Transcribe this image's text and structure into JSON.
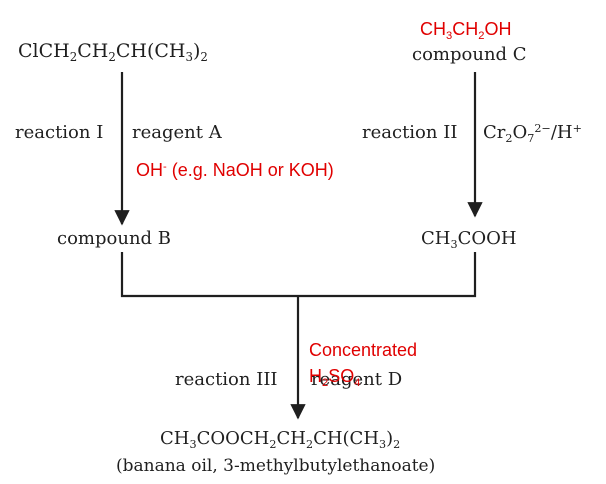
{
  "colors": {
    "ink": "#1f1f1f",
    "annotation": "#e00000"
  },
  "diagram": {
    "start_compound": {
      "parts": [
        "ClCH",
        "2",
        "CH",
        "2",
        "CH(CH",
        "3",
        ")",
        "2"
      ]
    },
    "compound_c": {
      "label": "compound C",
      "formula_parts": [
        "CH",
        "3",
        "CH",
        "2",
        "OH"
      ]
    },
    "reaction_1": {
      "label": "reaction I",
      "reagent": "reagent A",
      "answer_parts": [
        "OH",
        "-",
        " (e.g. NaOH or KOH)"
      ]
    },
    "reaction_2": {
      "label": "reaction II",
      "reagent_parts": [
        "Cr",
        "2",
        "O",
        "7",
        "2−",
        "/H",
        "+"
      ]
    },
    "compound_b": {
      "label": "compound B"
    },
    "acid": {
      "parts": [
        "CH",
        "3",
        "COOH"
      ]
    },
    "reaction_3": {
      "label": "reaction III",
      "reagent": "reagent D",
      "answer_line1": "Concentrated",
      "answer_parts": [
        "H",
        "2",
        "SO",
        "4"
      ]
    },
    "product": {
      "parts": [
        "CH",
        "3",
        "COOCH",
        "2",
        "CH",
        "2",
        "CH(CH",
        "3",
        ")",
        "2"
      ],
      "name": "(banana oil, 3-methylbutylethanoate)"
    }
  }
}
